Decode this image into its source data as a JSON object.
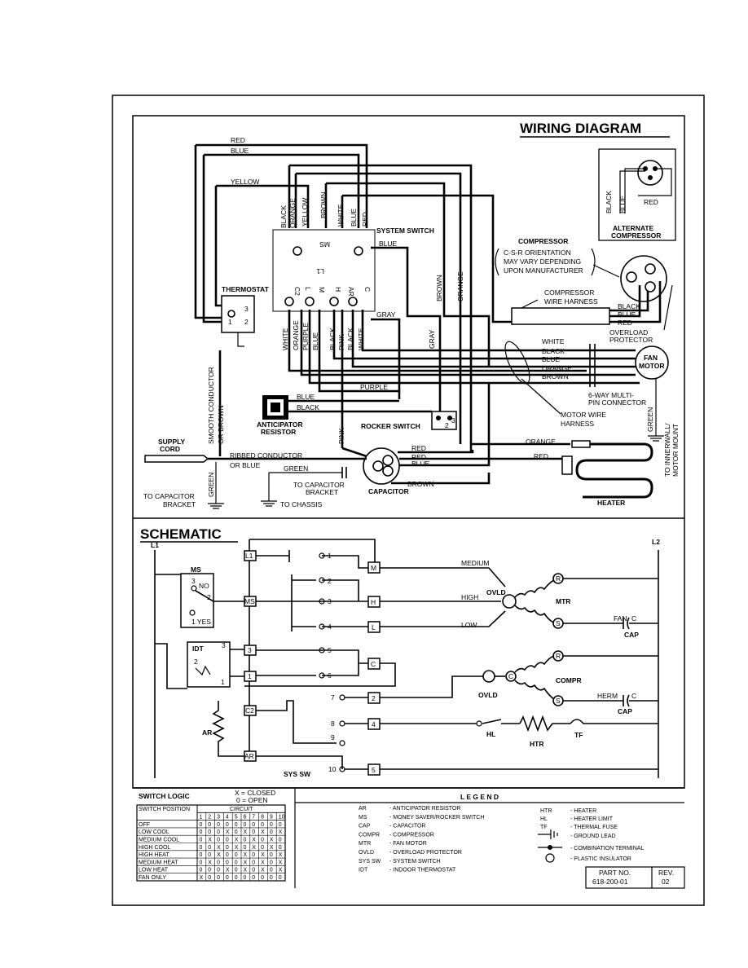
{
  "wiring": {
    "title": "WIRING DIAGRAM",
    "wire_labels": {
      "red": "RED",
      "blue": "BLUE",
      "yellow": "YELLOW",
      "white": "WHITE",
      "black": "BLACK",
      "orange": "ORANGE",
      "brown": "BROWN",
      "purple": "PURPLE",
      "pink": "PINK",
      "gray": "GRAY",
      "green": "GREEN"
    },
    "components": {
      "thermostat": "THERMOSTAT",
      "system_switch": "SYSTEM SWITCH",
      "compressor": "COMPRESSOR",
      "compressor_note": [
        "C-S-R ORIENTATION",
        "MAY VARY DEPENDING",
        "UPON MANUFACTURER"
      ],
      "compressor_harness": [
        "COMPRESSOR",
        "WIRE HARNESS"
      ],
      "alternate_compressor": [
        "ALTERNATE",
        "COMPRESSOR"
      ],
      "overload_protector": [
        "OVERLOAD",
        "PROTECTOR"
      ],
      "fan_motor": [
        "FAN",
        "MOTOR"
      ],
      "multi_pin": [
        "6-WAY MULTI-",
        "PIN CONNECTOR"
      ],
      "motor_harness": [
        "MOTOR WIRE",
        "HARNESS"
      ],
      "anticipator": [
        "ANTICIPATOR",
        "RESISTOR"
      ],
      "rocker_switch": "ROCKER SWITCH",
      "supply_cord": [
        "SUPPLY",
        "CORD"
      ],
      "smooth_conductor": [
        "SMOOTH CONDUCTOR",
        "OR BROWN"
      ],
      "ribbed_conductor": [
        "RIBBED CONDUCTOR",
        "OR BLUE"
      ],
      "capacitor": "CAPACITOR",
      "to_cap_bracket_1": [
        "TO CAPACITOR",
        "BRACKET"
      ],
      "to_cap_bracket_2": [
        "TO CAPACITOR",
        "BRACKET"
      ],
      "to_chassis": "TO CHASSIS",
      "heater": "HEATER",
      "to_innerwall": [
        "TO INNERWALL/",
        "MOTOR MOUNT"
      ]
    },
    "switch_terms": {
      "ms": "MS",
      "l1": "L1",
      "c2": "C2",
      "l": "L",
      "m": "M",
      "h": "H",
      "ar": "AR",
      "c": "C"
    }
  },
  "schematic": {
    "title": "SCHEMATIC",
    "l1": "L1",
    "l2": "L2",
    "ms": "MS",
    "no": "NO",
    "yes": "1 YES",
    "idt": "IDT",
    "terminals": [
      "M",
      "H",
      "L",
      "C",
      "2",
      "4",
      "5",
      "L1",
      "MS",
      "3",
      "1",
      "C2",
      "AR"
    ],
    "circuit_numbers": [
      "1",
      "2",
      "3",
      "4",
      "5",
      "6",
      "7",
      "8",
      "9",
      "10"
    ],
    "speed_labels": [
      "MEDIUM",
      "HIGH",
      "LOW"
    ],
    "motor": {
      "ovld": "OVLD",
      "mtr": "MTR",
      "r": "R",
      "s": "S",
      "c": "C",
      "fan": "FAN",
      "cap": "CAP"
    },
    "compressor": {
      "compr": "COMPR",
      "ovld": "OVLD",
      "herm": "HERM",
      "cap": "CAP"
    },
    "heater": {
      "hl": "HL",
      "htr": "HTR",
      "tf": "TF"
    },
    "ar": "AR",
    "sys_sw": "SYS SW"
  },
  "switch_logic": {
    "title": "SWITCH LOGIC",
    "key": [
      "X = CLOSED",
      "0 = OPEN"
    ],
    "position_header": "SWITCH POSITION",
    "circuit_header": "CIRCUIT",
    "circuits": [
      "1",
      "2",
      "3",
      "4",
      "5",
      "6",
      "7",
      "8",
      "9",
      "10"
    ],
    "rows": [
      {
        "name": "OFF",
        "cells": [
          "0",
          "0",
          "0",
          "0",
          "0",
          "0",
          "0",
          "0",
          "0",
          "0"
        ]
      },
      {
        "name": "LOW COOL",
        "cells": [
          "0",
          "0",
          "0",
          "X",
          "0",
          "X",
          "0",
          "X",
          "0",
          "X"
        ]
      },
      {
        "name": "MEDIUM COOL",
        "cells": [
          "0",
          "X",
          "0",
          "0",
          "X",
          "0",
          "X",
          "0",
          "X",
          "0"
        ]
      },
      {
        "name": "HIGH COOL",
        "cells": [
          "0",
          "0",
          "X",
          "0",
          "X",
          "0",
          "X",
          "0",
          "X",
          "0"
        ]
      },
      {
        "name": "HIGH HEAT",
        "cells": [
          "0",
          "0",
          "X",
          "0",
          "0",
          "X",
          "0",
          "X",
          "0",
          "X"
        ]
      },
      {
        "name": "MEDIUM HEAT",
        "cells": [
          "0",
          "X",
          "0",
          "0",
          "0",
          "X",
          "0",
          "X",
          "0",
          "X"
        ]
      },
      {
        "name": "LOW HEAT",
        "cells": [
          "0",
          "0",
          "0",
          "X",
          "0",
          "X",
          "0",
          "X",
          "0",
          "X"
        ]
      },
      {
        "name": "FAN ONLY",
        "cells": [
          "X",
          "0",
          "0",
          "0",
          "0",
          "0",
          "0",
          "0",
          "0",
          "0"
        ]
      }
    ]
  },
  "legend": {
    "title": "L E G E N D",
    "left": [
      {
        "abbr": "AR",
        "desc": "- ANTICIPATOR RESISTOR"
      },
      {
        "abbr": "MS",
        "desc": "- MONEY SAVER/ROCKER SWITCH"
      },
      {
        "abbr": "CAP",
        "desc": "- CAPACITOR"
      },
      {
        "abbr": "COMPR",
        "desc": "- COMPRESSOR"
      },
      {
        "abbr": "MTR",
        "desc": "- FAN MOTOR"
      },
      {
        "abbr": "OVLD",
        "desc": "- OVERLOAD PROTECTOR"
      },
      {
        "abbr": "SYS SW",
        "desc": "- SYSTEM SWITCH"
      },
      {
        "abbr": "IDT",
        "desc": "- INDOOR THERMOSTAT"
      }
    ],
    "right": [
      {
        "abbr": "HTR",
        "desc": "- HEATER"
      },
      {
        "abbr": "HL",
        "desc": "- HEATER LIMIT"
      },
      {
        "abbr": "TF",
        "desc": "- THERMAL FUSE"
      },
      {
        "abbr": "",
        "desc": "- GROUND LEAD"
      },
      {
        "abbr": "",
        "desc": "- COMBINATION TERMINAL"
      },
      {
        "abbr": "",
        "desc": "- PLASTIC INSULATOR"
      }
    ]
  },
  "part": {
    "label": "PART NO.",
    "value": "618-200-01",
    "rev_label": "REV.",
    "rev_value": "02"
  }
}
